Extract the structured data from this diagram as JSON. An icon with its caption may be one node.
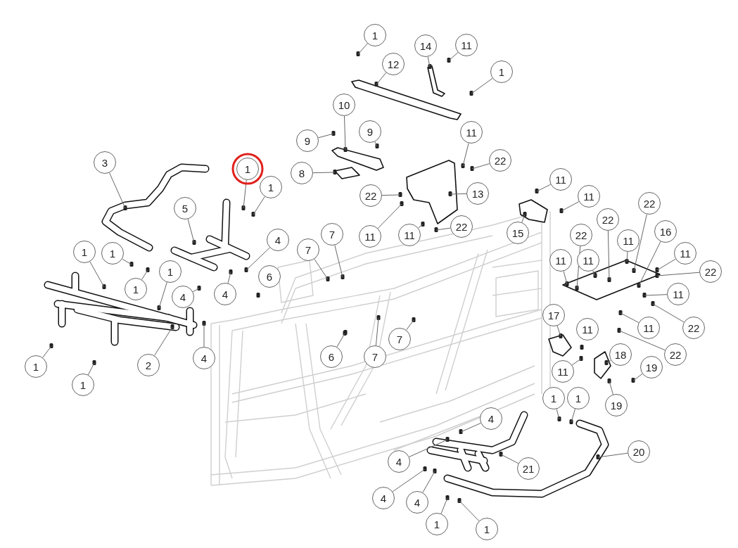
{
  "diagram": {
    "nodes": [
      {
        "text": [
          "3"
        ]
      },
      {
        "text": [
          "1"
        ]
      },
      {
        "text": [
          "1"
        ]
      },
      {
        "text": [
          "5"
        ]
      },
      {
        "text": [
          "1"
        ]
      },
      {
        "text": [
          "1"
        ]
      },
      {
        "text": [
          "1"
        ]
      },
      {
        "text": [
          "1"
        ]
      },
      {
        "text": [
          "4"
        ]
      },
      {
        "text": [
          "4"
        ]
      },
      {
        "text": [
          "4"
        ]
      },
      {
        "text": [
          "6"
        ]
      },
      {
        "text": [
          "4"
        ]
      },
      {
        "text": [
          "2"
        ]
      },
      {
        "text": [
          "1"
        ]
      },
      {
        "text": [
          "1"
        ]
      },
      {
        "text": [
          "1"
        ]
      },
      {
        "text": [
          "14"
        ]
      },
      {
        "text": [
          "11"
        ]
      },
      {
        "text": [
          "12"
        ]
      },
      {
        "text": [
          "1"
        ]
      },
      {
        "text": [
          "10"
        ]
      },
      {
        "text": [
          "9"
        ]
      },
      {
        "text": [
          "9"
        ]
      },
      {
        "text": [
          "11"
        ]
      },
      {
        "text": [
          "22"
        ]
      },
      {
        "text": [
          "8"
        ]
      },
      {
        "text": [
          "22"
        ]
      },
      {
        "text": [
          "13"
        ]
      },
      {
        "text": [
          "11"
        ]
      },
      {
        "text": [
          "11"
        ]
      },
      {
        "text": [
          "22"
        ]
      },
      {
        "text": [
          "7"
        ]
      },
      {
        "text": [
          "7"
        ]
      },
      {
        "text": [
          "6"
        ]
      },
      {
        "text": [
          "7"
        ]
      },
      {
        "text": [
          "7"
        ]
      },
      {
        "text": [
          "11"
        ]
      },
      {
        "text": [
          "11"
        ]
      },
      {
        "text": [
          "15"
        ]
      },
      {
        "text": [
          "22"
        ]
      },
      {
        "text": [
          "22"
        ]
      },
      {
        "text": [
          "16"
        ]
      },
      {
        "text": [
          "22"
        ]
      },
      {
        "text": [
          "11"
        ]
      },
      {
        "text": [
          "11"
        ]
      },
      {
        "text": [
          "11"
        ]
      },
      {
        "text": [
          "11"
        ]
      },
      {
        "text": [
          "22"
        ]
      },
      {
        "text": [
          "11"
        ]
      },
      {
        "text": [
          "22"
        ]
      },
      {
        "text": [
          "11"
        ]
      },
      {
        "text": [
          "22"
        ]
      },
      {
        "text": [
          "17"
        ]
      },
      {
        "text": [
          "11"
        ]
      },
      {
        "text": [
          "11"
        ]
      },
      {
        "text": [
          "18"
        ]
      },
      {
        "text": [
          "19"
        ]
      },
      {
        "text": [
          "19"
        ]
      },
      {
        "text": [
          "1"
        ]
      },
      {
        "text": [
          "1"
        ]
      },
      {
        "text": [
          "4"
        ]
      },
      {
        "text": [
          "4"
        ]
      },
      {
        "text": [
          "21"
        ]
      },
      {
        "text": [
          "20"
        ]
      },
      {
        "text": [
          "4"
        ]
      },
      {
        "text": [
          "4"
        ]
      },
      {
        "text": [
          "1"
        ]
      },
      {
        "text": [
          "1"
        ]
      }
    ],
    "edges": [
      {
        "from": 0,
        "to": null,
        "arrow": "none"
      },
      {
        "from": 1,
        "to": null,
        "arrow": "none"
      },
      {
        "from": 2,
        "to": null,
        "arrow": "none"
      },
      {
        "from": 3,
        "to": null,
        "arrow": "none"
      },
      {
        "from": 4,
        "to": null,
        "arrow": "none"
      },
      {
        "from": 5,
        "to": null,
        "arrow": "none"
      },
      {
        "from": 6,
        "to": null,
        "arrow": "none"
      },
      {
        "from": 7,
        "to": null,
        "arrow": "none"
      },
      {
        "from": 8,
        "to": null,
        "arrow": "none"
      },
      {
        "from": 9,
        "to": null,
        "arrow": "none"
      },
      {
        "from": 10,
        "to": null,
        "arrow": "none"
      },
      {
        "from": 12,
        "to": null,
        "arrow": "none"
      },
      {
        "from": 13,
        "to": null,
        "arrow": "none"
      },
      {
        "from": 14,
        "to": null,
        "arrow": "none"
      },
      {
        "from": 15,
        "to": null,
        "arrow": "none"
      },
      {
        "from": 16,
        "to": null,
        "arrow": "none"
      },
      {
        "from": 17,
        "to": null,
        "arrow": "none"
      },
      {
        "from": 18,
        "to": null,
        "arrow": "none"
      },
      {
        "from": 19,
        "to": null,
        "arrow": "none"
      },
      {
        "from": 20,
        "to": null,
        "arrow": "none"
      },
      {
        "from": 21,
        "to": null,
        "arrow": "none"
      },
      {
        "from": 22,
        "to": null,
        "arrow": "none"
      },
      {
        "from": 23,
        "to": null,
        "arrow": "none"
      },
      {
        "from": 24,
        "to": null,
        "arrow": "none"
      },
      {
        "from": 25,
        "to": null,
        "arrow": "none"
      },
      {
        "from": 26,
        "to": null,
        "arrow": "none"
      },
      {
        "from": 27,
        "to": null,
        "arrow": "none"
      },
      {
        "from": 28,
        "to": null,
        "arrow": "none"
      },
      {
        "from": 29,
        "to": null,
        "arrow": "none"
      },
      {
        "from": 30,
        "to": null,
        "arrow": "none"
      },
      {
        "from": 31,
        "to": null,
        "arrow": "none"
      },
      {
        "from": 32,
        "to": null,
        "arrow": "none"
      },
      {
        "from": 33,
        "to": null,
        "arrow": "none"
      },
      {
        "from": 34,
        "to": null,
        "arrow": "none"
      },
      {
        "from": 35,
        "to": null,
        "arrow": "none"
      },
      {
        "from": 36,
        "to": null,
        "arrow": "none"
      },
      {
        "from": 37,
        "to": null,
        "arrow": "none"
      },
      {
        "from": 38,
        "to": null,
        "arrow": "none"
      },
      {
        "from": 39,
        "to": null,
        "arrow": "none"
      },
      {
        "from": 40,
        "to": null,
        "arrow": "none"
      },
      {
        "from": 41,
        "to": null,
        "arrow": "none"
      },
      {
        "from": 42,
        "to": null,
        "arrow": "none"
      },
      {
        "from": 43,
        "to": null,
        "arrow": "none"
      },
      {
        "from": 44,
        "to": null,
        "arrow": "none"
      },
      {
        "from": 45,
        "to": null,
        "arrow": "none"
      },
      {
        "from": 46,
        "to": null,
        "arrow": "none"
      },
      {
        "from": 47,
        "to": null,
        "arrow": "none"
      },
      {
        "from": 48,
        "to": null,
        "arrow": "none"
      },
      {
        "from": 49,
        "to": null,
        "arrow": "none"
      },
      {
        "from": 50,
        "to": null,
        "arrow": "none"
      },
      {
        "from": 51,
        "to": null,
        "arrow": "none"
      },
      {
        "from": 52,
        "to": null,
        "arrow": "none"
      },
      {
        "from": 53,
        "to": null,
        "arrow": "none"
      },
      {
        "from": 55,
        "to": null,
        "arrow": "none"
      },
      {
        "from": 56,
        "to": null,
        "arrow": "none"
      },
      {
        "from": 57,
        "to": null,
        "arrow": "none"
      },
      {
        "from": 58,
        "to": null,
        "arrow": "none"
      },
      {
        "from": 59,
        "to": null,
        "arrow": "none"
      },
      {
        "from": 60,
        "to": null,
        "arrow": "none"
      },
      {
        "from": 61,
        "to": null,
        "arrow": "none"
      },
      {
        "from": 62,
        "to": null,
        "arrow": "none"
      },
      {
        "from": 63,
        "to": null,
        "arrow": "none"
      },
      {
        "from": 64,
        "to": null,
        "arrow": "none"
      },
      {
        "from": 65,
        "to": null,
        "arrow": "none"
      },
      {
        "from": 66,
        "to": null,
        "arrow": "none"
      },
      {
        "from": 67,
        "to": null,
        "arrow": "none"
      },
      {
        "from": 68,
        "to": null,
        "arrow": "none"
      }
    ]
  }
}
